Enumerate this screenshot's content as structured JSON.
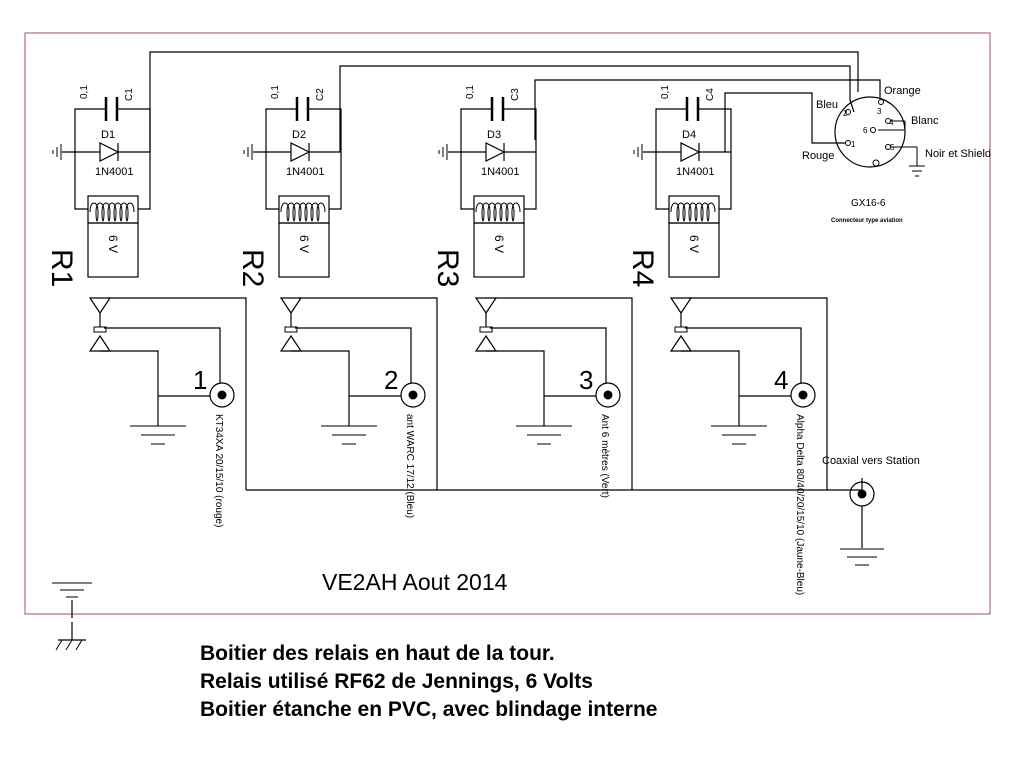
{
  "relays": [
    {
      "id": "R1",
      "cap_value": "0,1",
      "cap_name": "C1",
      "diode_name": "D1",
      "diode_part": "1N4001",
      "coil_voltage": "6 V",
      "port_number": "1",
      "antenna": "KT34XA 20/15/10  (rouge)"
    },
    {
      "id": "R2",
      "cap_value": "0,1",
      "cap_name": "C2",
      "diode_name": "D2",
      "diode_part": "1N4001",
      "coil_voltage": "6 V",
      "port_number": "2",
      "antenna": "ant WARC 17/12  (Bleu)"
    },
    {
      "id": "R3",
      "cap_value": "0,1",
      "cap_name": "C3",
      "diode_name": "D3",
      "diode_part": "1N4001",
      "coil_voltage": "6 V",
      "port_number": "3",
      "antenna": "Ant 6 mètres     (Vert)"
    },
    {
      "id": "R4",
      "cap_value": "0,1",
      "cap_name": "C4",
      "diode_name": "D4",
      "diode_part": "1N4001",
      "coil_voltage": "6 V",
      "port_number": "4",
      "antenna": "Alpha Delta 80/40/20/15/10 (Jaune-Bleu)"
    }
  ],
  "connector": {
    "name": "GX16-6",
    "subtitle": "Connecteur type aviation",
    "pins": [
      {
        "number": "1",
        "color": "Rouge"
      },
      {
        "number": "2",
        "color": "Bleu"
      },
      {
        "number": "3",
        "color": "Orange"
      },
      {
        "number": "4",
        "color": "Blanc"
      },
      {
        "number": "5",
        "color": "Noir et Shield"
      },
      {
        "number": "6",
        "color": ""
      }
    ]
  },
  "coax_label": "Coaxial vers Station",
  "signature": "VE2AH Aout 2014",
  "notes": [
    "Boitier des relais en haut de la tour.",
    "Relais utilisé RF62 de Jennings, 6 Volts",
    "Boitier étanche en PVC, avec blindage interne"
  ],
  "colors": {
    "ink": "#000000",
    "frame": "#a05060",
    "pin_numbers": "#2a2a8c",
    "connector_subtitle": "#1a4fb0"
  }
}
